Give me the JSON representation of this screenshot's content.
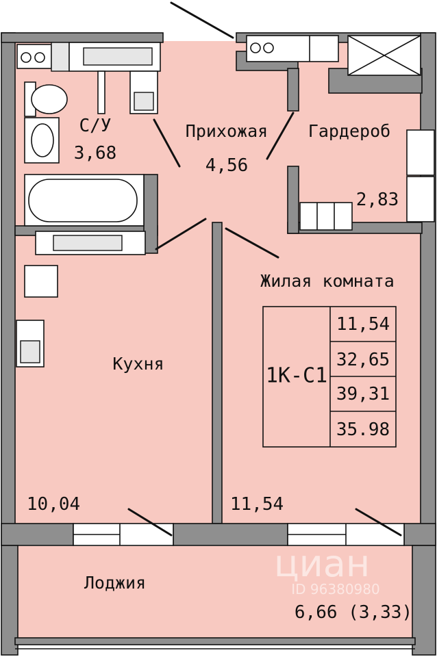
{
  "rooms": {
    "bathroom": {
      "name": "С/У",
      "area": "3,68"
    },
    "hall": {
      "name": "Прихожая",
      "area": "4,56"
    },
    "wardrobe": {
      "name": "Гардероб",
      "area": "2,83"
    },
    "living": {
      "name": "Жилая комната",
      "area": "11,54"
    },
    "kitchen": {
      "name": "Кухня",
      "area": "10,04"
    },
    "loggia": {
      "name": "Лоджия",
      "area": "6,66 (3,33)"
    }
  },
  "summary": {
    "code": "1К-С1",
    "values": [
      "11,54",
      "32,65",
      "39,31",
      "35.98"
    ]
  },
  "watermark": {
    "brand": "циан",
    "id": "ID 96380980"
  },
  "colors": {
    "room_fill": "#f8c9c1",
    "wall": "#8f8f8f",
    "line": "#111111"
  }
}
